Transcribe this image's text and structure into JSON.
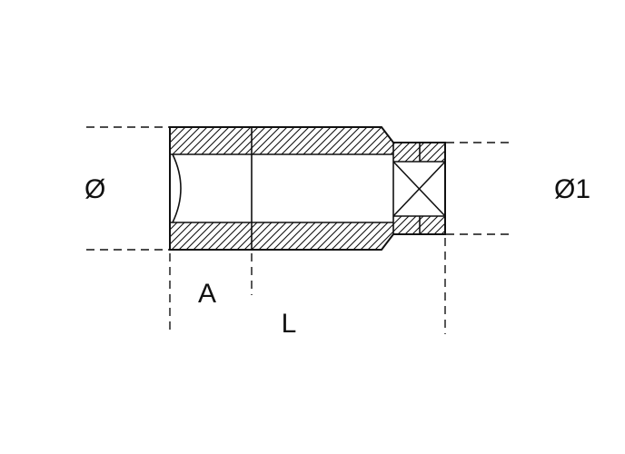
{
  "diagram": {
    "type": "technical-drawing",
    "subject": "deep socket wrench cross-section with dimension callouts",
    "labels": {
      "diameter_left": "Ø",
      "diameter_right": "Ø1",
      "dim_a": "A",
      "dim_l": "L"
    },
    "colors": {
      "line": "#111111",
      "background": "#ffffff"
    }
  }
}
